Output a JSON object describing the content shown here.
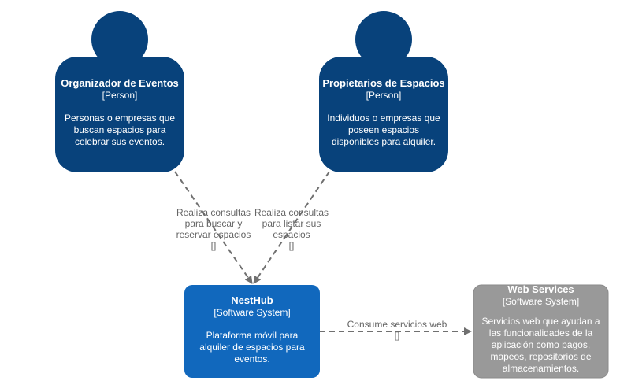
{
  "colors": {
    "person": "#08427B",
    "system": "#1168BD",
    "external_system": "#999999",
    "edge": "#707070",
    "edge_label": "#666666",
    "node_text": "#ffffff"
  },
  "nodes": {
    "organizador": {
      "title": "Organizador de Eventos",
      "type": "[Person]",
      "description": "Personas o empresas que buscan espacios para celebrar sus eventos."
    },
    "propietarios": {
      "title": "Propietarios de Espacios",
      "type": "[Person]",
      "description": "Individuos o empresas que poseen espacios disponibles para alquiler."
    },
    "nesthub": {
      "title": "NestHub",
      "type": "[Software System]",
      "description": "Plataforma móvil para alquiler de espacios para eventos."
    },
    "webservices": {
      "title": "Web Services",
      "type": "[Software System]",
      "description": "Servicios web que ayudan a las funcionalidades de la aplicación como pagos, mapeos, repositorios de almacenamientos."
    }
  },
  "edges": {
    "organizador_to_nesthub": {
      "label": "Realiza consultas para buscar y reservar espacios",
      "technology": "[]"
    },
    "propietarios_to_nesthub": {
      "label": "Realiza consultas para listar sus espacios",
      "technology": "[]"
    },
    "nesthub_to_webservices": {
      "label": "Consume servicios web",
      "technology": "[]"
    }
  }
}
